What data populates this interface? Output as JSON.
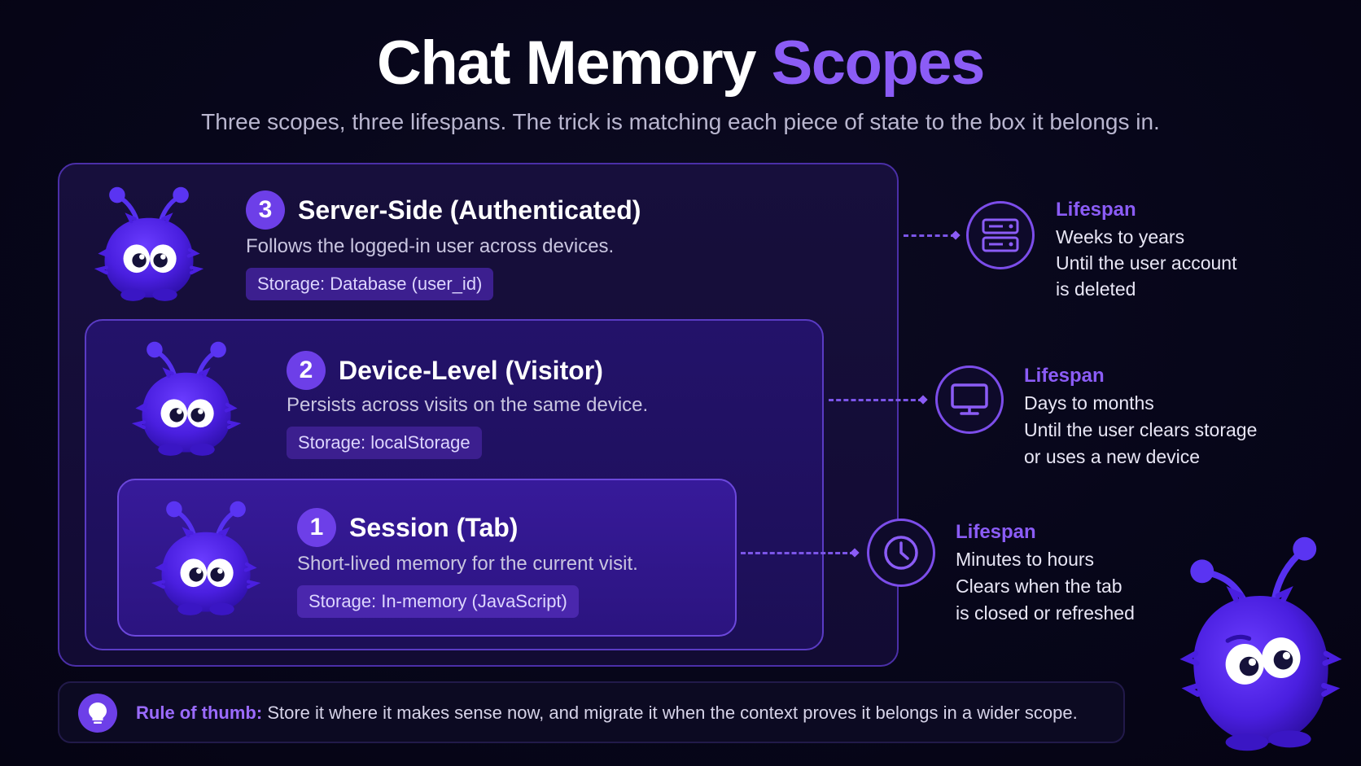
{
  "header": {
    "title_main": "Chat Memory",
    "title_accent": "Scopes",
    "subtitle": "Three scopes, three lifespans. The trick is matching each piece of state to the box it belongs in."
  },
  "scopes": [
    {
      "number": "3",
      "title": "Server-Side (Authenticated)",
      "description": "Follows the logged-in user across devices.",
      "storage": "Storage: Database (user_id)",
      "lifespan": {
        "label": "Lifespan",
        "lines": [
          "Weeks to years",
          "Until the user account",
          "is deleted"
        ],
        "icon": "server-icon"
      }
    },
    {
      "number": "2",
      "title": "Device-Level (Visitor)",
      "description": "Persists across visits on the same device.",
      "storage": "Storage: localStorage",
      "lifespan": {
        "label": "Lifespan",
        "lines": [
          "Days to months",
          "Until the user clears storage",
          "or uses a new device"
        ],
        "icon": "monitor-icon"
      }
    },
    {
      "number": "1",
      "title": "Session (Tab)",
      "description": "Short-lived memory for the current visit.",
      "storage": "Storage: In-memory (JavaScript)",
      "lifespan": {
        "label": "Lifespan",
        "lines": [
          "Minutes to hours",
          "Clears when the tab",
          "is closed or refreshed"
        ],
        "icon": "clock-icon"
      }
    }
  ],
  "rule": {
    "label": "Rule of thumb:",
    "text": " Store it where it makes sense now, and migrate it when the context proves it belongs in a wider scope.",
    "icon": "lightbulb-icon"
  },
  "colors": {
    "accent": "#8b5cf6",
    "badge": "#6d3fe8",
    "monster": "#4a1fe0"
  }
}
